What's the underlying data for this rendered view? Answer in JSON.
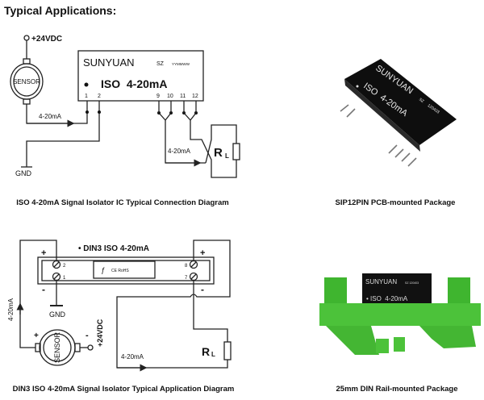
{
  "title": "Typical Applications:",
  "diagram1": {
    "supply": "+24VDC",
    "sensor": "SENSOR",
    "brand": "SUNYUAN",
    "sz": "SZ",
    "date_code": "YYMMWW",
    "model": "ISO  4-20mA",
    "pins": [
      "1",
      "2",
      "9",
      "10",
      "11",
      "12"
    ],
    "signal_in": "4-20mA",
    "signal_out": "4-20mA",
    "gnd": "GND",
    "load": "R",
    "load_sub": "L",
    "caption": "ISO 4-20mA Signal Isolator IC Typical Connection Diagram"
  },
  "photo1": {
    "brand": "SUNYUAN",
    "sz": "SZ",
    "code": "120403",
    "model": "ISO  4-20mA",
    "caption": "SIP12PIN PCB-mounted Package"
  },
  "diagram2": {
    "module": "• DIN3 ISO 4-20mA",
    "plus": "+",
    "minus": "-",
    "left_pins": [
      "2",
      "1"
    ],
    "right_pins": [
      "8",
      "7"
    ],
    "cert": "CE RoHS",
    "gnd": "GND",
    "sensor": "SENSOR",
    "supply": "+24VDC",
    "signal_in": "4-20mA",
    "signal_out": "4-20mA",
    "load": "R",
    "load_sub": "L",
    "caption": "DIN3 ISO 4-20mA Signal Isolator Typical Application Diagram"
  },
  "photo2": {
    "brand": "SUNYUAN",
    "sz": "SZ 120403",
    "model": "• ISO  4-20mA",
    "caption": "25mm DIN Rail-mounted Package"
  },
  "colors": {
    "rail_green": "#4cc23a",
    "chip_black": "#111111"
  }
}
